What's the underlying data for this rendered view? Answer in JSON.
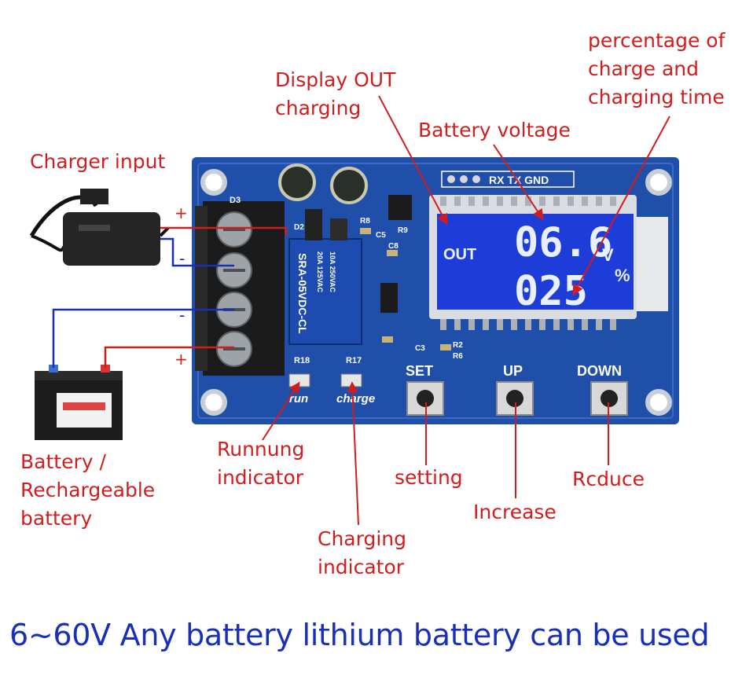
{
  "labels": {
    "display_out": "Display OUT\ncharging",
    "percentage": "percentage of\ncharge and\ncharging time",
    "battery_voltage": "Battery voltage",
    "charger_input": "Charger input",
    "battery": "Battery /\nRechargeable\nbattery",
    "run_indicator": "Runnung\nindicator",
    "setting": "setting",
    "increase": "Increase",
    "reduce": "Rcduce",
    "charging_indicator": "Charging\nindicator"
  },
  "caption": "6~60V Any battery lithium battery can be used",
  "board": {
    "header_pins": "RX TX GND",
    "buttons": {
      "set": "SET",
      "up": "UP",
      "down": "DOWN"
    },
    "leds": {
      "run": "run",
      "charge": "charge"
    },
    "terminal_signs": [
      "+",
      "-",
      "-",
      "+"
    ],
    "silk": {
      "r18": "R18",
      "r17": "R17",
      "r8": "R8",
      "r9": "R9",
      "c5": "C5",
      "c8": "C8",
      "c3": "C3",
      "r2": "R2",
      "r6": "R6",
      "d2": "D2",
      "d3": "D3",
      "relay": "SRA-05VDC-CL",
      "relay2": "10A 250VAC",
      "relay3": "20A 125VAC"
    }
  },
  "lcd": {
    "mode": "OUT",
    "voltage": "06.6",
    "voltage_unit": "V",
    "percent": "025",
    "percent_unit": "%"
  },
  "colors": {
    "label": "#d01e1e",
    "caption": "#1a2fb8",
    "pcb": "#1f4fa8",
    "lcd": "#1e3cd8"
  }
}
